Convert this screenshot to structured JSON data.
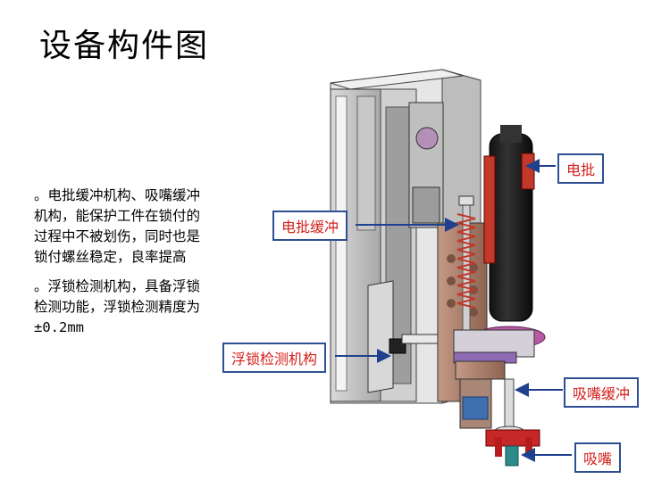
{
  "title": "设备构件图",
  "notes": {
    "para1": "。电批缓冲机构、吸嘴缓冲机构，能保护工件在锁付的过程中不被划伤，同时也是锁付螺丝稳定，良率提高",
    "para2_text": "。浮锁检测机构，具备浮锁检测功能，浮锁检测精度为",
    "para2_value": "±0.2mm"
  },
  "callouts": {
    "screwdriver": "电批",
    "screwdriver_buffer": "电批缓冲",
    "float_lock_detection": "浮锁检测机构",
    "nozzle_buffer": "吸嘴缓冲",
    "nozzle": "吸嘴"
  },
  "colors": {
    "callout_border": "#2f4f95",
    "callout_text": "#d4201c",
    "arrow": "#1f3f8f"
  }
}
